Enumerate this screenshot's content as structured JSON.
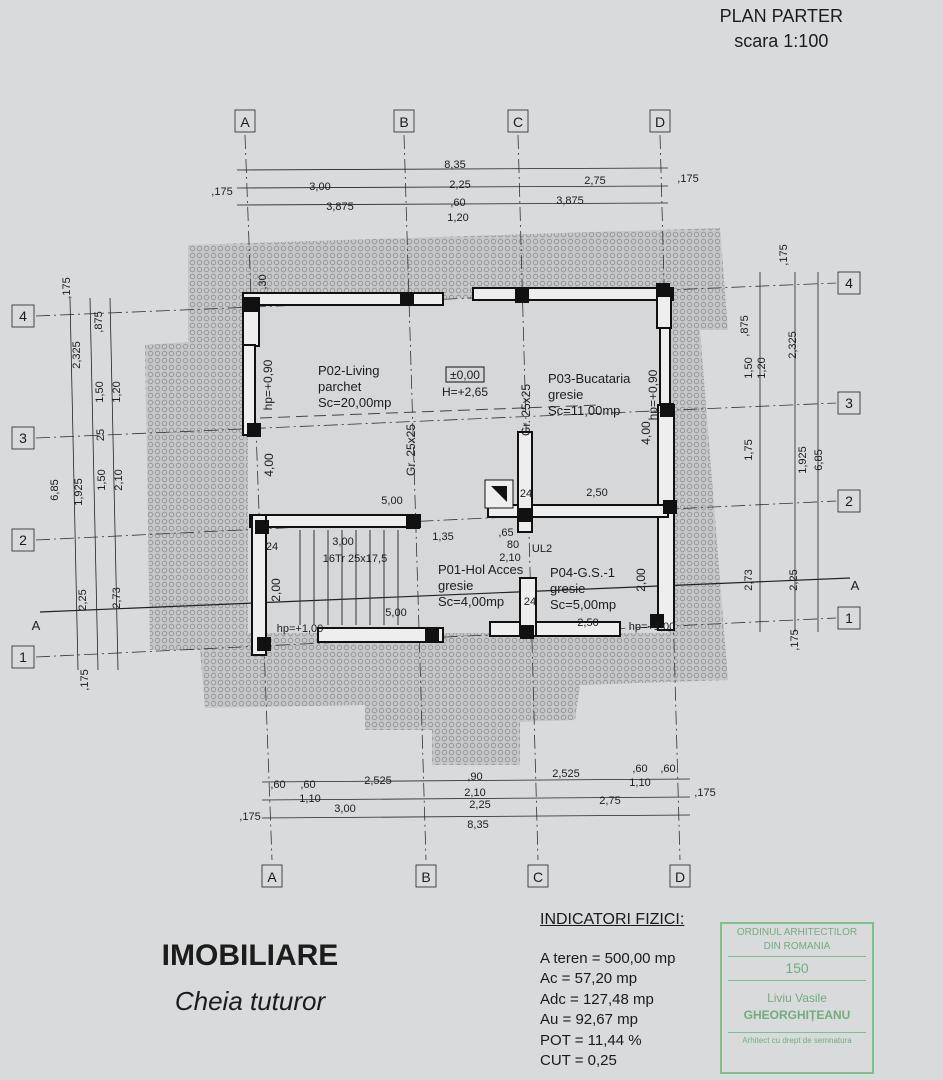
{
  "header": {
    "title": "PLAN PARTER",
    "scale": "scara 1:100"
  },
  "axes": {
    "columns": [
      "A",
      "B",
      "C",
      "D"
    ],
    "rows": [
      "4",
      "3",
      "2",
      "1"
    ],
    "section": "A"
  },
  "dims_top": [
    ",175",
    "8,35",
    "3,00",
    "2,25",
    "2,75",
    ",175",
    "3,875",
    ",60",
    "3,875",
    "1,20"
  ],
  "dims_bottom": [
    ",60",
    ",60",
    "2,525",
    ",90",
    "2,525",
    ",60",
    ",60",
    "1,10",
    "2,10",
    "1,10",
    ",175",
    "3,00",
    "2,25",
    "2,75",
    ",175",
    "8,35"
  ],
  "dims_left": [
    ",175",
    "2,325",
    ",875",
    "1,50",
    "1,20",
    "25",
    "6,85",
    "1,925",
    "1,50",
    "2,10",
    "2,25",
    "2,73",
    ",175",
    ",30"
  ],
  "dims_right": [
    ",175",
    ",875",
    "2,325",
    "1,50",
    "1,20",
    "1,75",
    "1,925",
    "6,85",
    "2,73",
    "2,25",
    ",175"
  ],
  "rooms": [
    {
      "name": "P02-Living",
      "finish": "parchet",
      "area": "Sc=20,00mp"
    },
    {
      "name": "P03-Bucataria",
      "finish": "gresie",
      "area": "Sc=11,00mp"
    },
    {
      "name": "P01-Hol Acces",
      "finish": "gresie",
      "area": "Sc=4,00mp"
    },
    {
      "name": "P04-G.S.-1",
      "finish": "gresie",
      "area": "Sc=5,00mp"
    }
  ],
  "level": {
    "mark": "±0,00",
    "height": "H=+2,65"
  },
  "interior_labels": [
    "Gr. 25x25",
    "Gr. 25x25",
    "hp=+0,90",
    "hp=+0,90",
    "4,00",
    "4,00",
    "5,00",
    "2,50",
    "1,35",
    ",65",
    "80",
    "2,10",
    "UL2",
    "3,00",
    "16Tr 25x17,5",
    "2,00",
    "2,00",
    "5,00",
    "2,50",
    "hp=+1,00",
    "hp=+1,00",
    "24",
    "24",
    "24"
  ],
  "watermark": {
    "brand": "IMOBILIARE",
    "slogan": "Cheia tuturor"
  },
  "indicators": {
    "title": "INDICATORI FIZICI:",
    "items": [
      "A teren = 500,00 mp",
      "Ac   = 57,20 mp",
      "Adc = 127,48 mp",
      "Au   = 92,67 mp",
      "POT = 11,44 %",
      "CUT = 0,25"
    ]
  },
  "stamp": {
    "line1": "ORDINUL ARHITECTILOR",
    "line2": "DIN ROMANIA",
    "number": "150",
    "name1": "Liviu Vasile",
    "name2": "GHEORGHIȚEANU",
    "footer": "Arhitect cu drept de semnatura"
  },
  "colors": {
    "paper": "#d9dadc",
    "ink": "#1c1c1c",
    "hatch": "#b5b6b8",
    "stamp": "#6fae80"
  }
}
